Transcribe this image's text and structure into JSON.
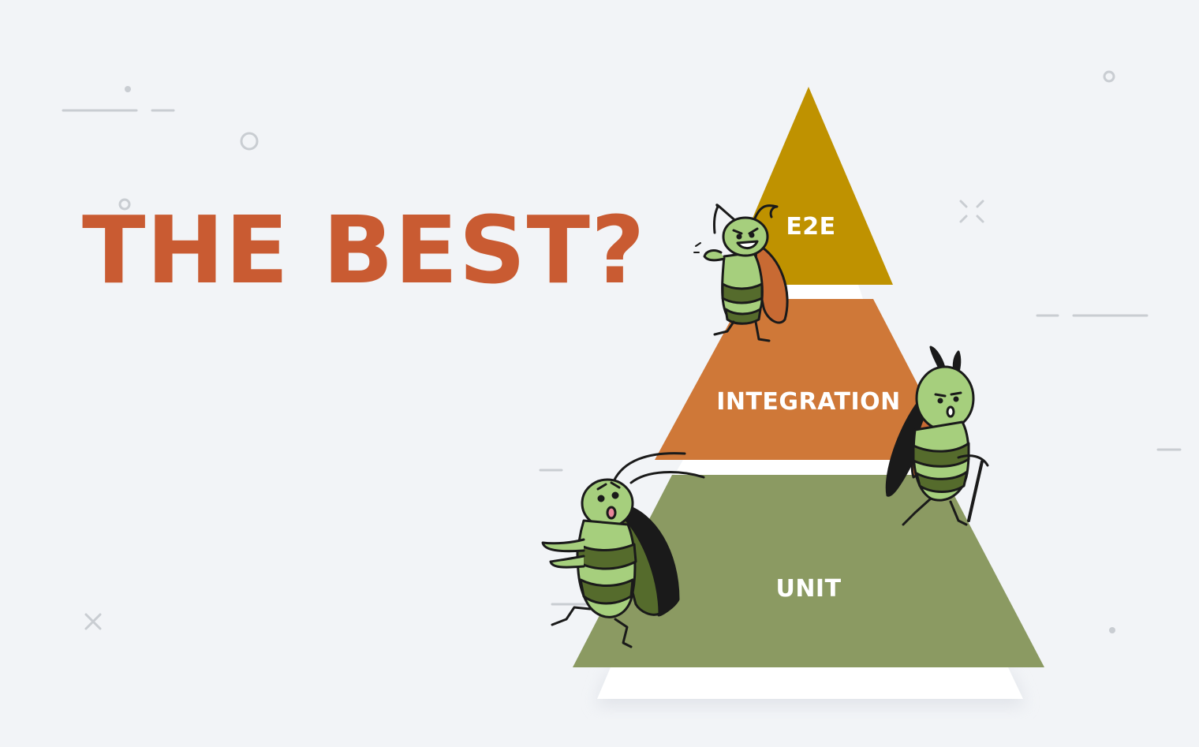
{
  "headline": "THE BEST?",
  "pyramid": {
    "top_label": "E2E",
    "middle_label": "INTEGRATION",
    "bottom_label": "UNIT"
  },
  "colors": {
    "background": "#f2f4f7",
    "headline": "#c95b32",
    "e2e_layer": "#bf9200",
    "integration_layer": "#cf7838",
    "unit_layer": "#8b9a62",
    "bug_body": "#a6cf7d",
    "bug_dark": "#556b2c"
  },
  "illustration": {
    "characters": [
      "angry-bug",
      "old-bug-with-cane",
      "scared-bug"
    ],
    "decorations": [
      "circle",
      "dot",
      "dash-line",
      "cross-mark",
      "sparkle-mark"
    ]
  }
}
